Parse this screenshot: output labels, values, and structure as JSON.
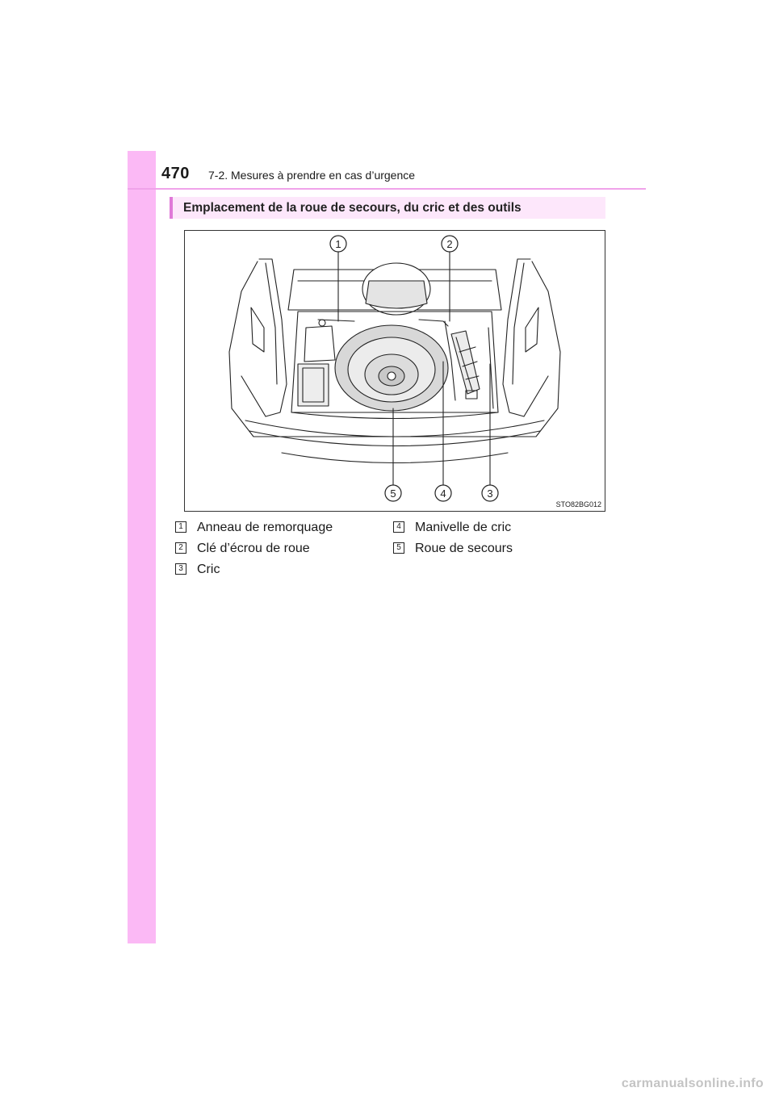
{
  "header": {
    "page_number": "470",
    "chapter": "7-2. Mesures à prendre en cas d’urgence"
  },
  "section": {
    "title": "Emplacement de la roue de secours, du cric et des outils"
  },
  "figure": {
    "code": "STO82BG012",
    "callouts": [
      "1",
      "2",
      "3",
      "4",
      "5"
    ]
  },
  "legend": [
    {
      "num": "1",
      "label": "Anneau de remorquage"
    },
    {
      "num": "2",
      "label": "Clé d’écrou de roue"
    },
    {
      "num": "3",
      "label": "Cric"
    },
    {
      "num": "4",
      "label": "Manivelle de cric"
    },
    {
      "num": "5",
      "label": "Roue de secours"
    }
  ],
  "watermark": "carmanualsonline.info",
  "colors": {
    "accent_band": "#fbb9f5",
    "accent_rule": "#f0a3ea",
    "section_bg": "#fde7fb",
    "section_border": "#e079d8",
    "tire_fill": "#d8d8d8"
  }
}
